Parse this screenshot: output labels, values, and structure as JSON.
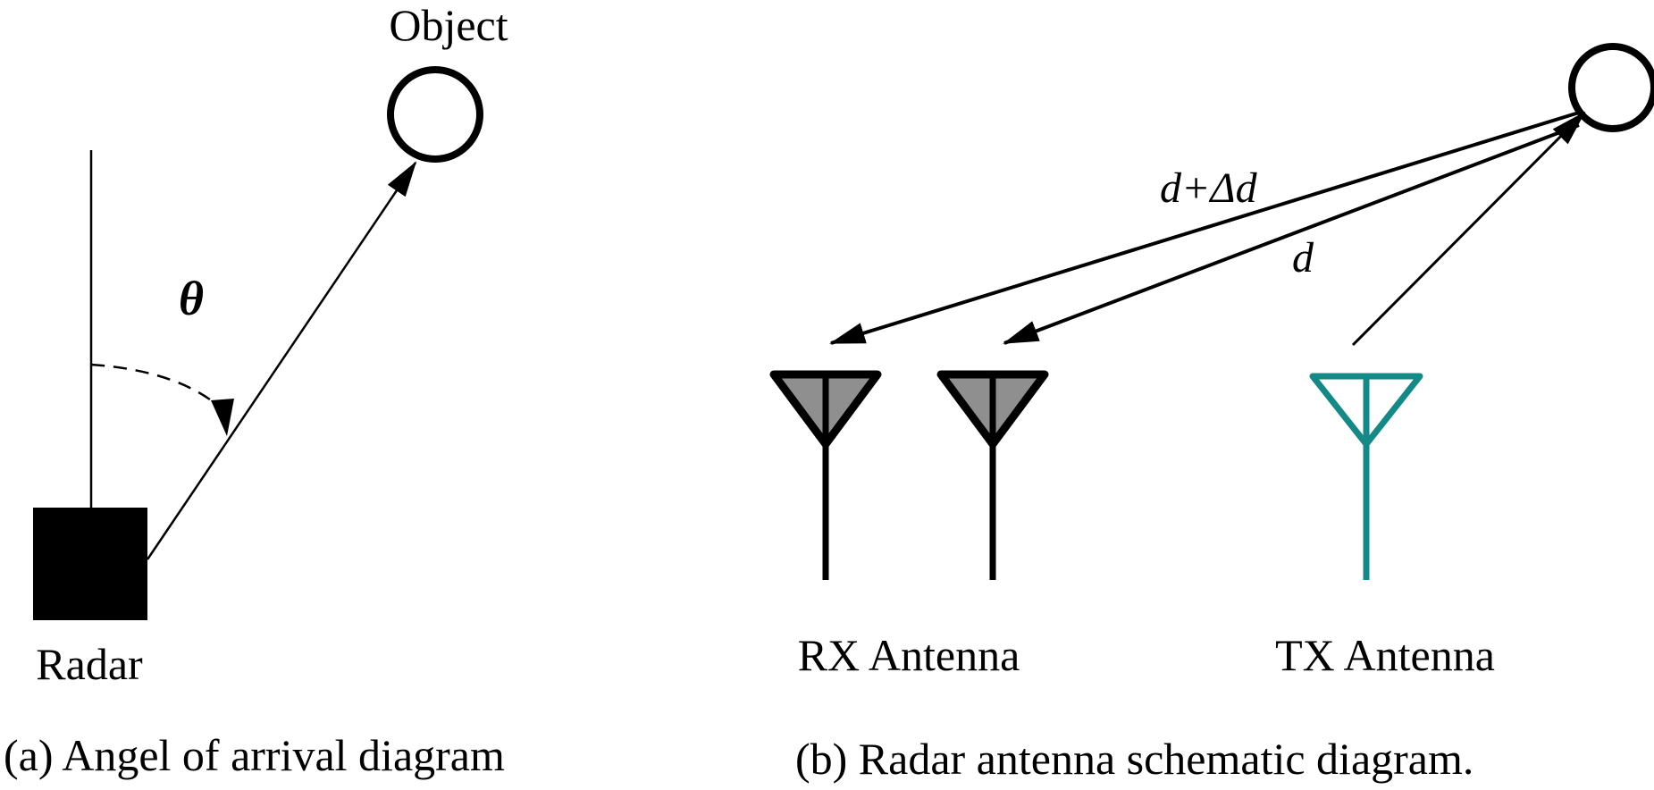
{
  "panel_a": {
    "object_label": "Object",
    "angle_symbol": "θ",
    "radar_label": "Radar",
    "caption": "(a) Angel of arrival diagram"
  },
  "panel_b": {
    "path_far_label": "d+Δd",
    "path_near_label": "d",
    "rx_label": "RX Antenna",
    "tx_label": "TX Antenna",
    "caption": "(b) Radar antenna schematic diagram."
  },
  "colors": {
    "stroke": "#000000",
    "rx_fill": "#8f8f8f",
    "tx_stroke": "#138a87",
    "background": "#ffffff"
  },
  "icons": {
    "object": "circle-outline",
    "radar": "filled-square",
    "rx_antenna": "antenna-triangle-filled",
    "tx_antenna": "antenna-triangle-outline"
  }
}
